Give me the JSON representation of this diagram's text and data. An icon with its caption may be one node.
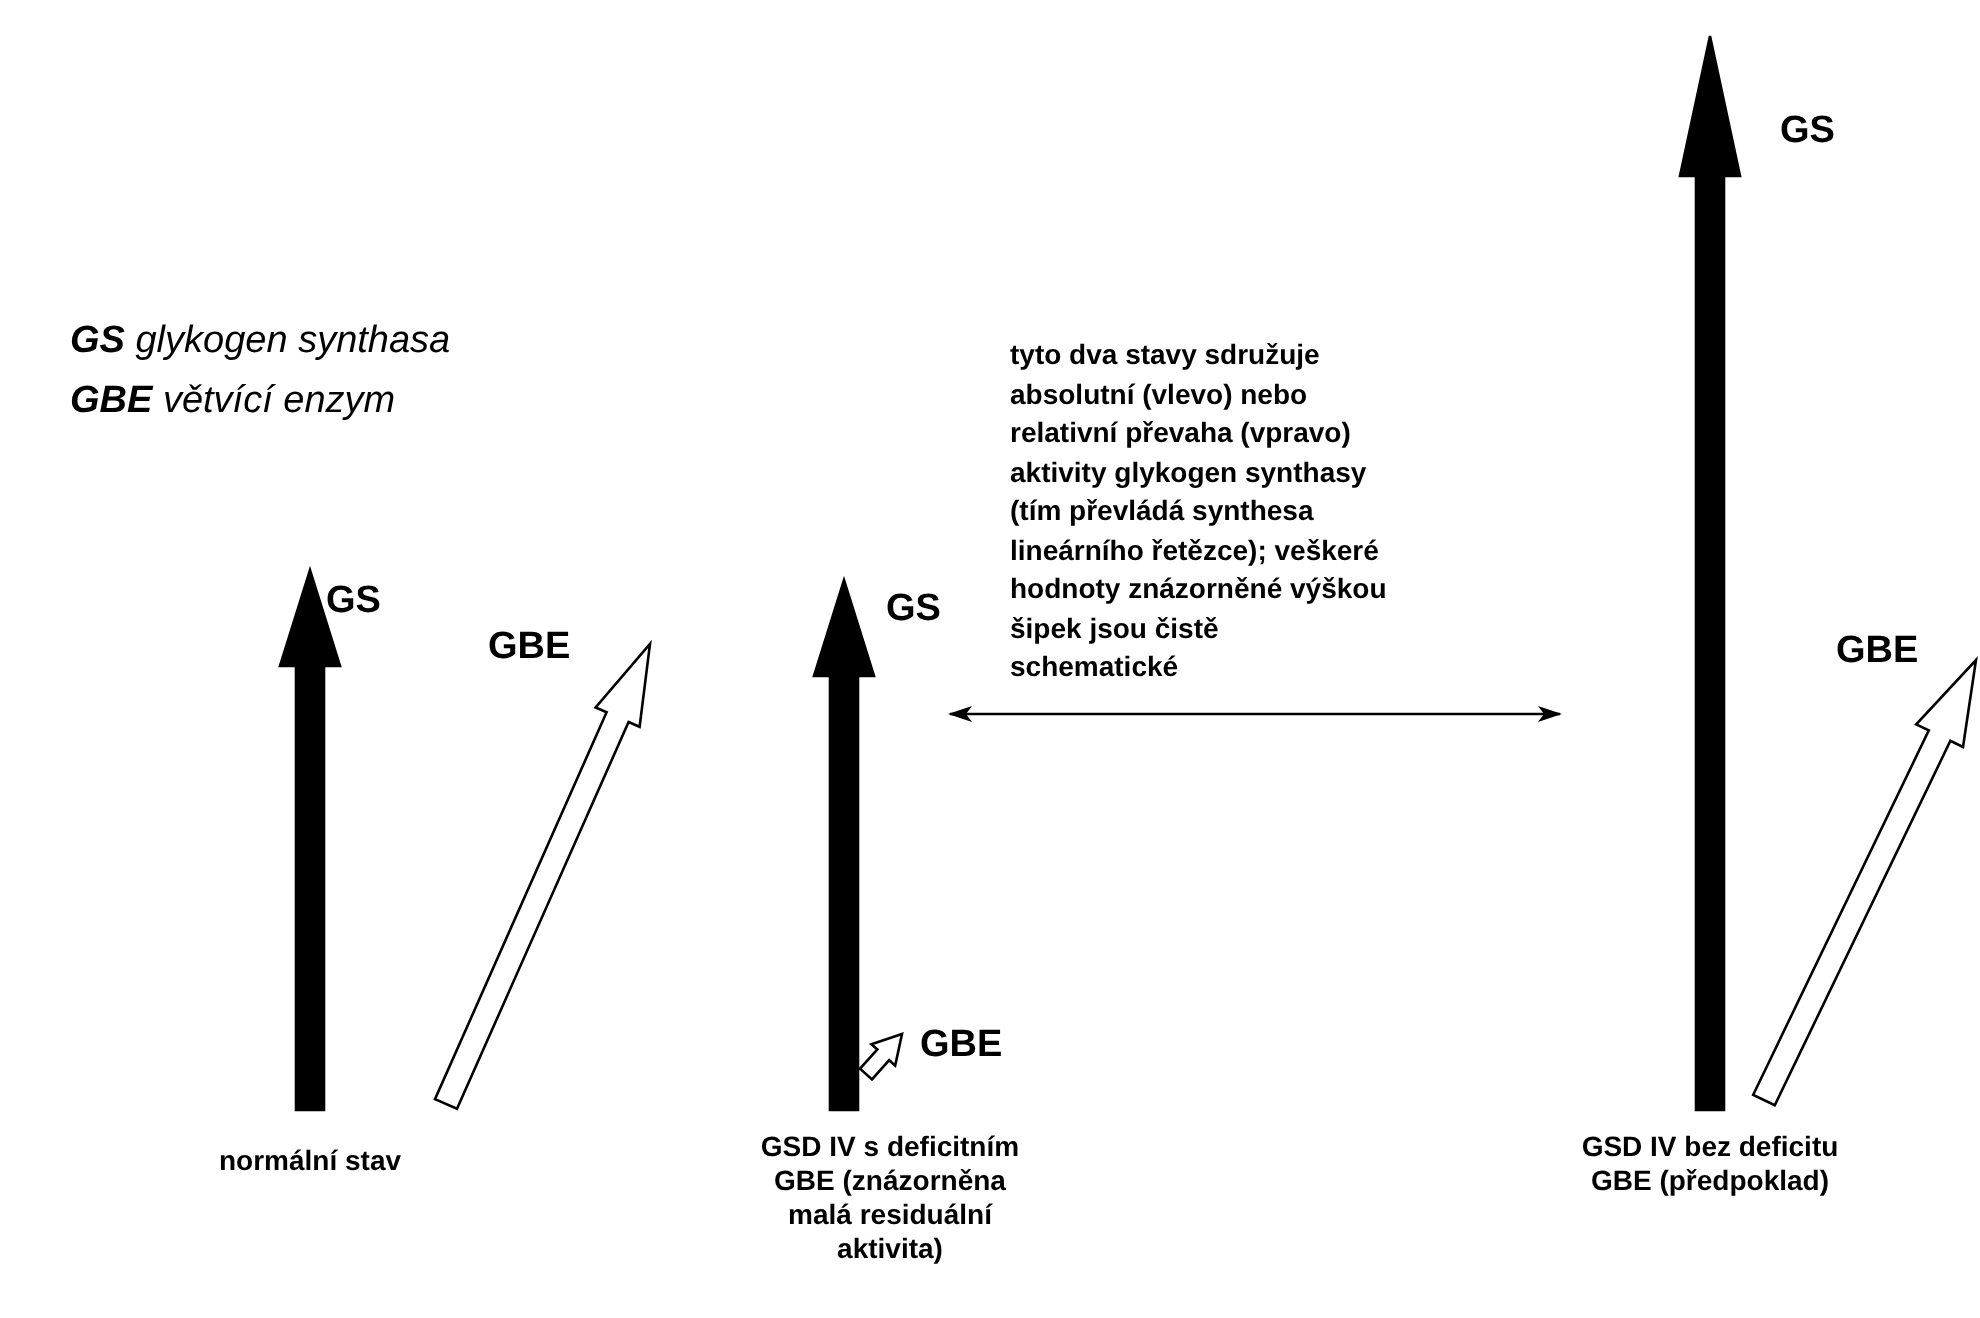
{
  "diagram": {
    "nodes": [
      {
        "text": [
          "GS",
          "GBE"
        ],
        "beside": [
          "normální stav"
        ]
      },
      {
        "text": [
          "GS",
          "GBE"
        ],
        "beside": [
          "GSD IV s deficitním GBE (znázorněna malá residuální aktivita)"
        ]
      },
      {
        "text": [
          "GS",
          "GBE"
        ],
        "beside": [
          "GSD IV bez deficitu GBE (předpoklad)"
        ]
      }
    ],
    "edges": [
      {
        "from": 1,
        "to": 2,
        "arrow": "both",
        "label": "tyto dva stavy sdružuje absolutní (vlevo) nebo relativní převaha (vpravo) aktivity glykogen synthasy (tím převládá synthesa lineárního řetězce); veškeré hodnoty znázorněné výškou šipek jsou čistě schematické"
      }
    ],
    "labels": [
      "**GS** glykogen synthasa",
      "**GBE** větvící enzym"
    ]
  }
}
